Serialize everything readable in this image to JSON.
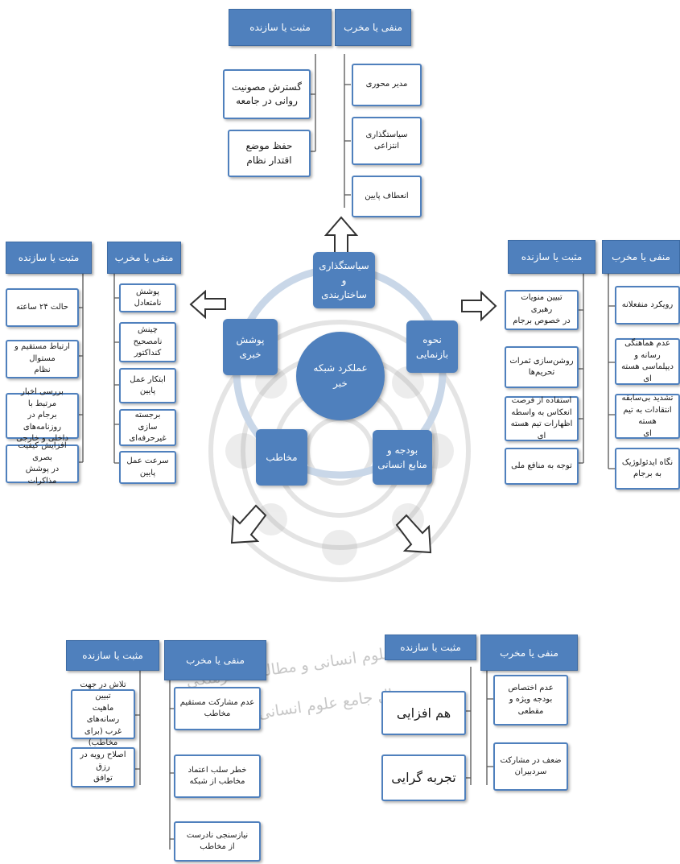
{
  "colors": {
    "accent": "#4f80bd",
    "ring": "#c9d7e8",
    "watermark": "#d9d9d9"
  },
  "center": "عملکرد شبکه\nخبر",
  "hubs": {
    "top": "سیاستگذاری\nو\nساختاربندی",
    "right": "نحوه\nبازنمایی",
    "left": "پوشش\nخبری",
    "bottom_right": "بودجه و\nمنابع انسانی",
    "bottom_left": "مخاطب"
  },
  "top_group": {
    "negative_header": "منفی یا مخرب",
    "positive_header": "مثبت یا سازنده",
    "negative_items": [
      "مدیر محوری",
      "سیاستگذاری\nانتزاعی",
      "انعطاف پایین"
    ],
    "positive_items": [
      "گسترش مصونیت\nروانی در جامعه",
      "حفظ موضع\nاقتدار نظام"
    ]
  },
  "left_group": {
    "negative_header": "منفی یا مخرب",
    "positive_header": "مثبت یا سازنده",
    "negative_items": [
      "پوشش نامتعادل",
      "چینش نامصحیح\nکنداکتور",
      "ابتکار عمل\nپایین",
      "برجسته سازی\nغیرحرفه‌ای",
      "سرعت عمل\nپایین"
    ],
    "positive_items": [
      "حالت ۲۴ ساعته",
      "ارتباط مستقیم و مستوال\nنظام",
      "بررسی اخبار مرتبط با\nبرجام در روزنامه‌های\nداخلی و خارجی",
      "افزایش کیفیت بصری\nدر پوشش مذاکرات"
    ]
  },
  "right_group": {
    "negative_header": "منفی یا مخرب",
    "positive_header": "مثبت یا سازنده",
    "negative_items": [
      "رویکرد منفعلانه",
      "عدم هماهنگی رسانه و\nدیپلماسی هسته ای",
      "تشدید بی‌سابقه\nانتقادات به تیم هسته\nای",
      "نگاه ایدئولوژیک\nبه برجام"
    ],
    "positive_items": [
      "تبیین منویات رهبری\nدر خصوص برجام",
      "روشن‌سازی ثمرات\nتحریم‌ها",
      "استفاده از فرصت\nانعکاس به واسطه\nاظهارات تیم هسته ای",
      "توجه به منافع ملی"
    ]
  },
  "bottom_left_group": {
    "negative_header": "منفی یا مخرب",
    "positive_header": "مثبت یا سازنده",
    "negative_items": [
      "عدم مشارکت مستقیم\nمخاطب",
      "خطر سلب اعتماد\nمخاطب از شبکه",
      "نیازسنجی نادرست\nاز مخاطب"
    ],
    "positive_items": [
      "تلاش در جهت تبیین\nماهیت رسانه‌های\nغرب (برای مخاطب)",
      "اصلاح رویه در رزق\nتوافق"
    ]
  },
  "bottom_right_group": {
    "negative_header": "منفی یا مخرب",
    "positive_header": "مثبت یا سازنده",
    "negative_items": [
      "عدم اختصاص\nبودجه ویژه و\nمقطعی",
      "ضعف در مشارکت\nسردبیران"
    ],
    "positive_items": [
      "هم افزایی",
      "تجربه گرایی"
    ]
  },
  "watermark": {
    "line1": "پژوهشگاه علوم انسانی و مطالعات فرهنگی",
    "line2": "پرتال جامع علوم انسانی"
  }
}
